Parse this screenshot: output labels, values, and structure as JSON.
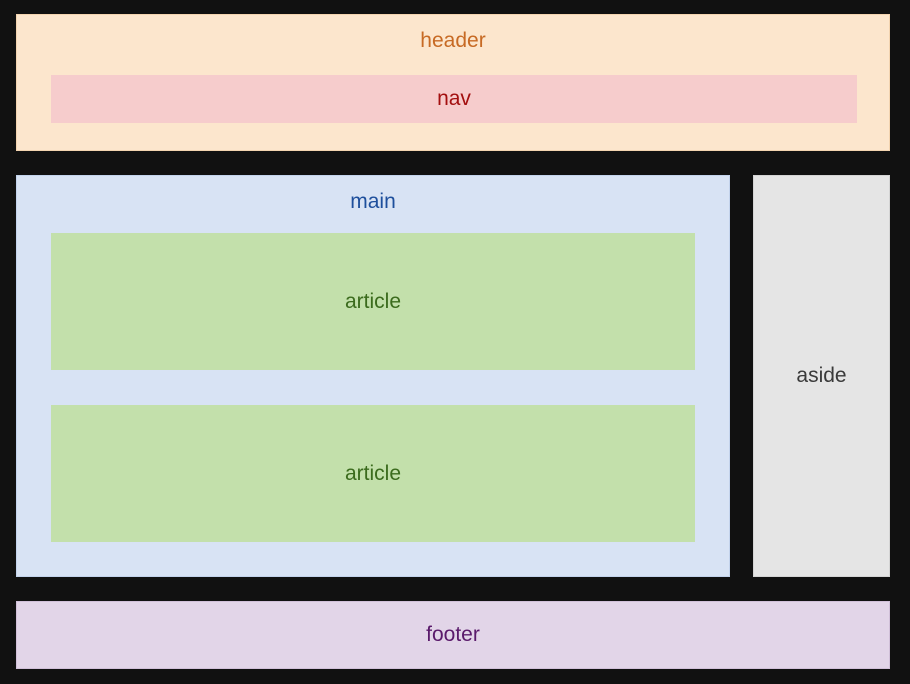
{
  "diagram": {
    "header": {
      "label": "header"
    },
    "nav": {
      "label": "nav"
    },
    "main": {
      "label": "main",
      "articles": [
        {
          "label": "article"
        },
        {
          "label": "article"
        }
      ]
    },
    "aside": {
      "label": "aside"
    },
    "footer": {
      "label": "footer"
    }
  },
  "colors": {
    "background": "#111111",
    "header_fill": "#fce6cd",
    "header_text": "#c76a24",
    "nav_fill": "#f6cccc",
    "nav_text": "#a30f0f",
    "main_fill": "#d8e3f4",
    "main_text": "#1e4f9c",
    "article_fill": "#c3e0ab",
    "article_text": "#3b6b1d",
    "aside_fill": "#e5e5e5",
    "aside_text": "#3a3a3a",
    "footer_fill": "#e2d5e8",
    "footer_text": "#5a1a6b"
  }
}
